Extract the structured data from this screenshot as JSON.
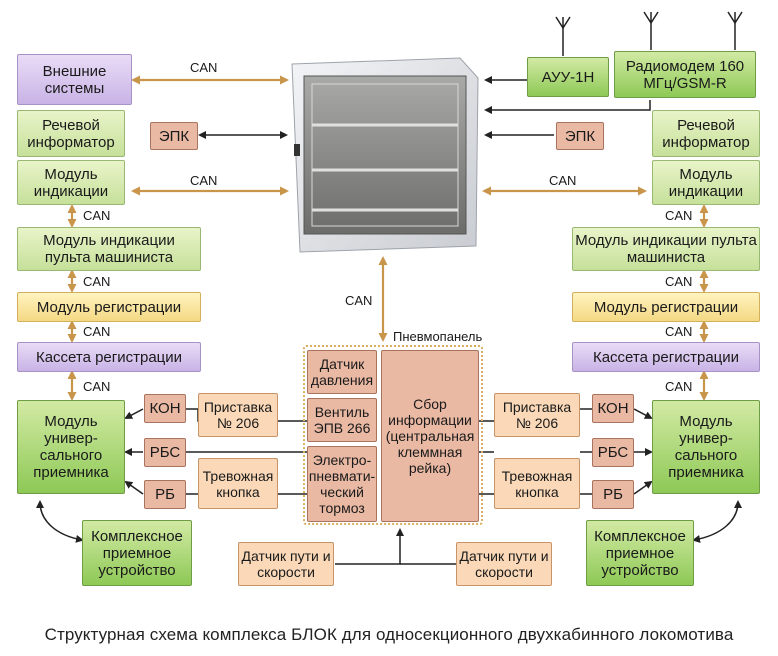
{
  "labels": {
    "can": "CAN",
    "pnevmopanel": "Пневмопанель"
  },
  "left": {
    "external": "Внешние системы",
    "speech": "Речевой информатор",
    "indication": "Модуль индикации",
    "driver_indication": "Модуль индикации пульта машиниста",
    "registration": "Модуль регистрации",
    "cassette": "Кассета регистрации",
    "universal": "Модуль универ-сального приемника",
    "kon": "КОН",
    "rbs": "РБС",
    "rb": "РБ",
    "pristavka": "Приставка № 206",
    "alarm": "Тревожная кнопка",
    "complex": "Комплексное приемное устройство",
    "epk": "ЭПК"
  },
  "right": {
    "auu": "АУУ-1Н",
    "radiomodem": "Радиомодем 160 МГц/GSM-R",
    "speech": "Речевой информатор",
    "indication": "Модуль индикации",
    "driver_indication": "Модуль индикации пульта машиниста",
    "registration": "Модуль регистрации",
    "cassette": "Кассета регистрации",
    "universal": "Модуль универ-сального приемника",
    "kon": "КОН",
    "rbs": "РБС",
    "rb": "РБ",
    "pristavka": "Приставка № 206",
    "alarm": "Тревожная кнопка",
    "complex": "Комплексное приемное устройство",
    "epk": "ЭПК"
  },
  "panel": {
    "pressure": "Датчик давления",
    "valve": "Вентиль ЭПВ 266",
    "brake": "Электро-пневмати-ческий тормоз",
    "collect": "Сбор информации (центральная клеммная рейка)"
  },
  "sensors": {
    "left": "Датчик пути и скорости",
    "right": "Датчик пути и скорости"
  },
  "caption": "Структурная схема комплекса БЛОК для односекционного двухкабинного локомотива",
  "colors": {
    "purple": "#d6c3ef",
    "light_green": "#d5e9ae",
    "yellow": "#f8e19a",
    "salmon": "#eab9a4",
    "peach": "#fbd9b8",
    "dark_green": "#8ec956",
    "can_arrow": "#c9954b"
  }
}
